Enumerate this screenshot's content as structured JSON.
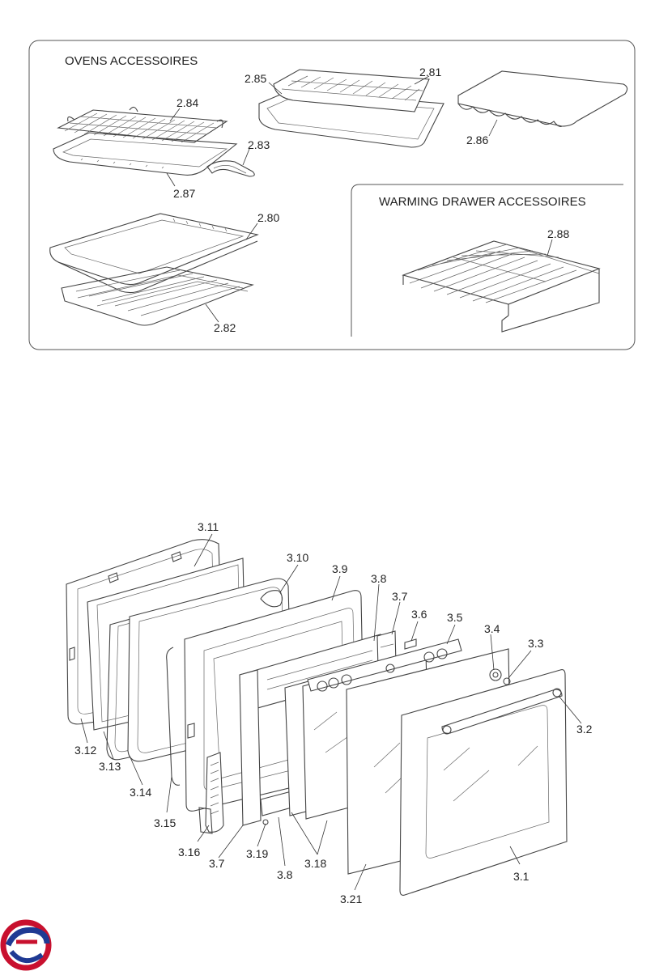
{
  "ovens_panel": {
    "heading": "OVENS ACCESSOIRES",
    "labels": [
      "2.84",
      "2.85",
      "2.81",
      "2.86",
      "2.83",
      "2.87",
      "2.80",
      "2.82"
    ]
  },
  "warming_panel": {
    "heading": "WARMING DRAWER ACCESSOIRES",
    "labels": [
      "2.88"
    ]
  },
  "door_diagram": {
    "labels": [
      "3.11",
      "3.10",
      "3.9",
      "3.8",
      "3.7",
      "3.6",
      "3.5",
      "3.4",
      "3.3",
      "3.2",
      "3.12",
      "3.13",
      "3.14",
      "3.15",
      "3.16",
      "3.7",
      "3.19",
      "3.8",
      "3.18",
      "3.21",
      "3.1"
    ]
  },
  "logo": {
    "name": "brand-logo",
    "colors": [
      "#c8102e",
      "#1f3a93"
    ]
  }
}
